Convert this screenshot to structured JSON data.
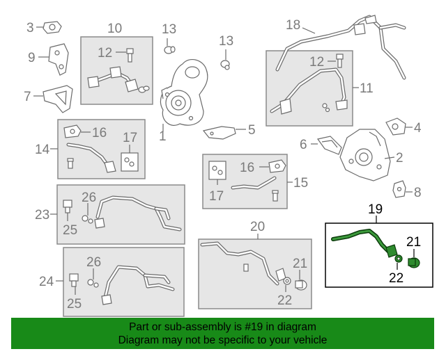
{
  "callouts": {
    "c1": "1",
    "c2": "2",
    "c3": "3",
    "c4": "4",
    "c5": "5",
    "c6": "6",
    "c7": "7",
    "c8": "8",
    "c9": "9",
    "c10": "10",
    "c11": "11",
    "c12a": "12",
    "c12b": "12",
    "c13a": "13",
    "c13b": "13",
    "c14": "14",
    "c15": "15",
    "c16a": "16",
    "c16b": "16",
    "c17a": "17",
    "c17b": "17",
    "c18": "18",
    "c19": "19",
    "c20": "20",
    "c21a": "21",
    "c21b": "21",
    "c22a": "22",
    "c22b": "22",
    "c23": "23",
    "c24": "24",
    "c25a": "25",
    "c25b": "25",
    "c26a": "26",
    "c26b": "26"
  },
  "highlight_color": "#188a18",
  "banner": {
    "line1": "Part or sub-assembly is #19 in diagram",
    "line2": "Diagram may not be specific to your vehicle"
  }
}
